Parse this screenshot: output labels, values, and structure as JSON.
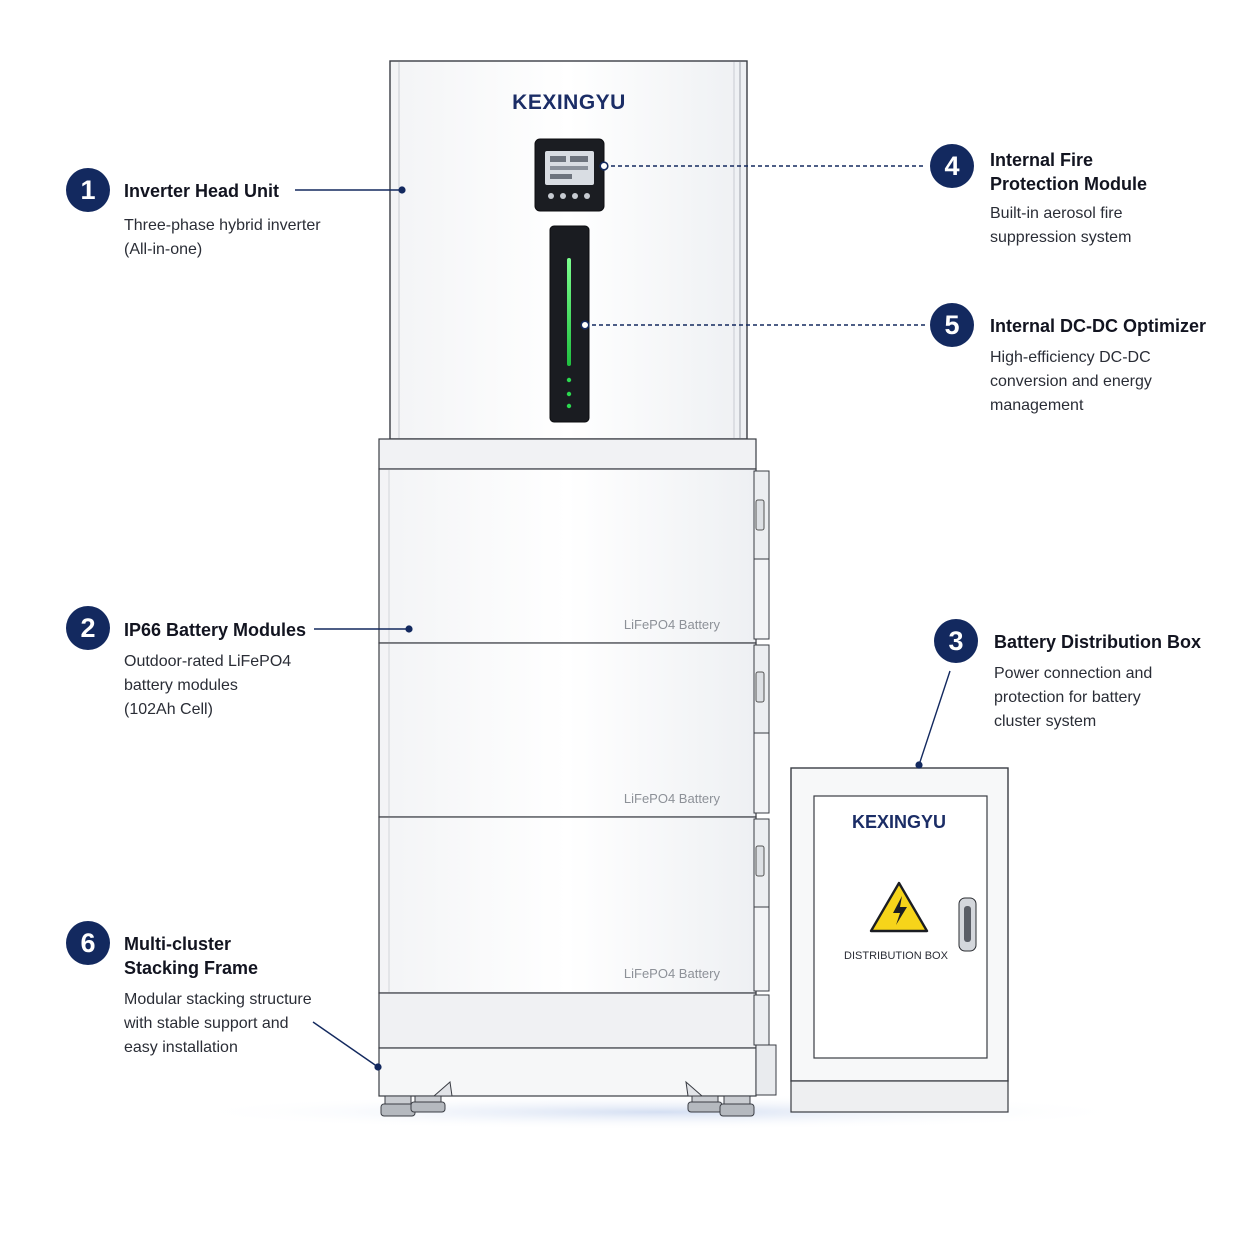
{
  "brand": "KEXINGYU",
  "battery_label": "LiFePO4 Battery",
  "distribution_box": {
    "brand": "KEXINGYU",
    "label": "DISTRIBUTION BOX"
  },
  "callouts": [
    {
      "number": "1",
      "title": "Inverter Head Unit",
      "description": [
        "Three-phase hybrid inverter",
        "(All-in-one)"
      ]
    },
    {
      "number": "2",
      "title": "IP66 Battery Modules",
      "description": [
        "Outdoor-rated LiFePO4",
        "battery modules",
        "(102Ah Cell)"
      ]
    },
    {
      "number": "3",
      "title": "Battery Distribution Box",
      "description": [
        "Power connection and",
        "protection for battery",
        "cluster system"
      ]
    },
    {
      "number": "4",
      "title": [
        "Internal Fire",
        "Protection Module"
      ],
      "description": [
        "Built-in aerosol fire",
        "suppression system"
      ]
    },
    {
      "number": "5",
      "title": "Internal DC-DC Optimizer",
      "description": [
        "High-efficiency DC-DC",
        "conversion and energy",
        "management"
      ]
    },
    {
      "number": "6",
      "title": [
        "Multi-cluster",
        "Stacking Frame"
      ],
      "description": [
        "Modular stacking structure",
        "with stable support and",
        "easy installation"
      ]
    }
  ],
  "colors": {
    "navy": "#13295f",
    "led_green": "#2bd94f",
    "warning_yellow": "#f6d41a"
  }
}
